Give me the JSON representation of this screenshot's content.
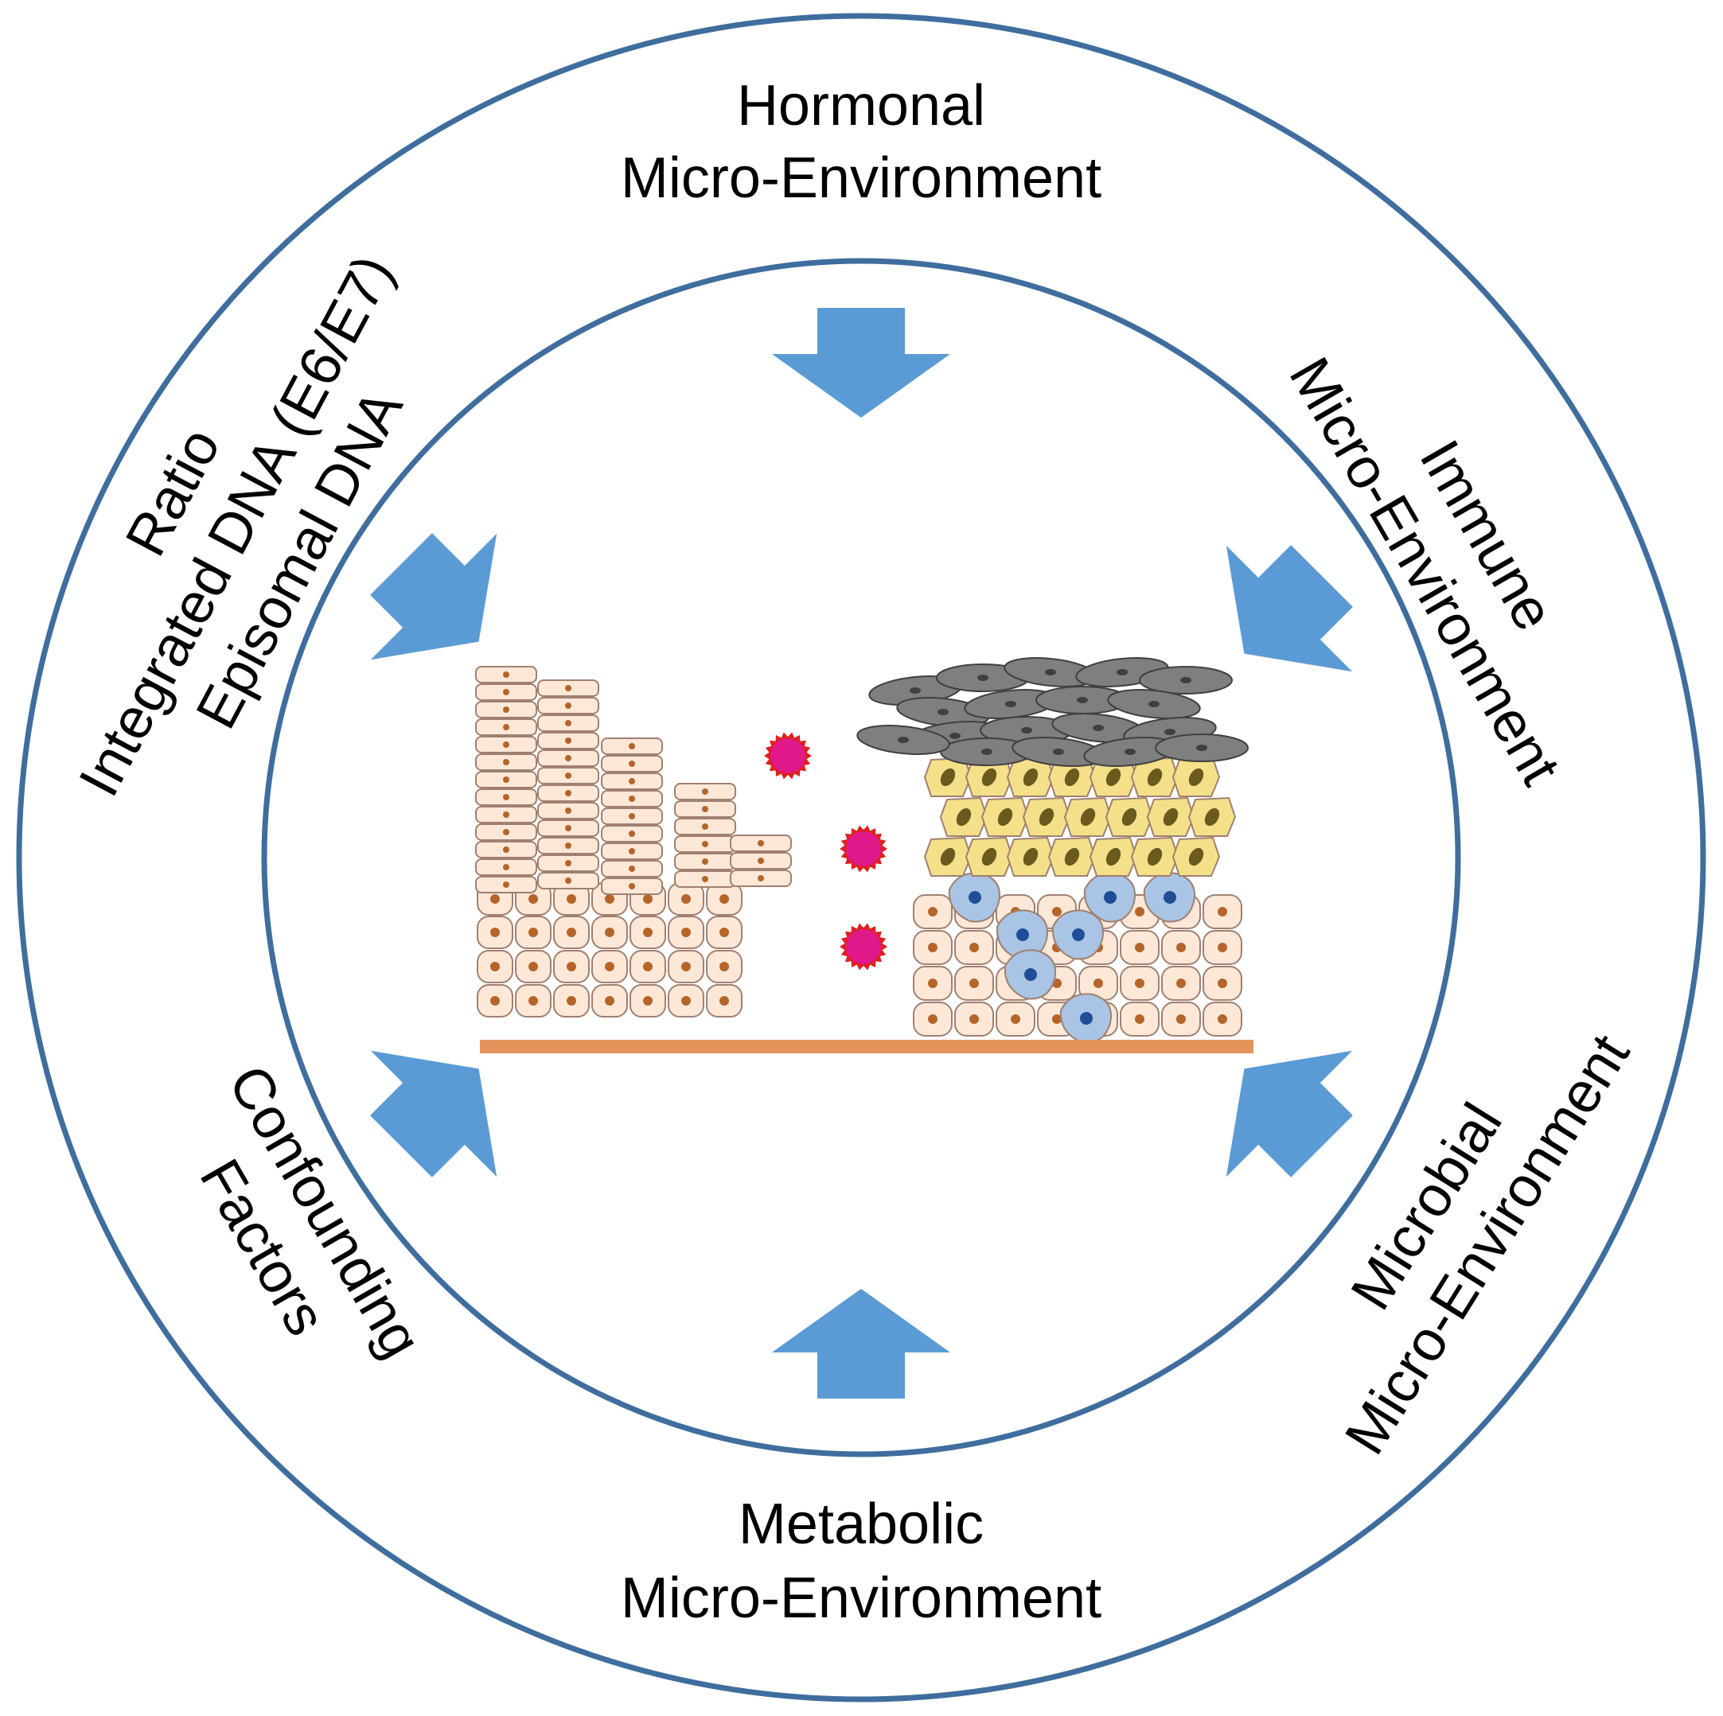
{
  "colors": {
    "ring": "#3f6e9e",
    "arrow": "#5b9bd5",
    "squamous_cell": "#fde8d8",
    "cell_outline": "#a08070",
    "cell_nucleus": "#b5652a",
    "basement_membrane": "#e5935a",
    "virion_body": "#e0188a",
    "virion_spikes": "#e02020",
    "keratinized_cell": "#7f7f7f",
    "dysplastic_cell": "#f5e08a",
    "dysplastic_nucleus": "#6b5a1e",
    "immune_cell": "#a9c4e4",
    "immune_nucleus": "#1f4e96"
  },
  "labels": {
    "hormonal": [
      "Hormonal",
      "Micro-Environment"
    ],
    "immune": [
      "Immune",
      "Micro-Environment"
    ],
    "microbial": [
      "Microbial",
      "Micro-Environment"
    ],
    "metabolic": [
      "Metabolic",
      "Micro-Environment"
    ],
    "confounding": [
      "Confounding",
      "Factors"
    ],
    "dna_ratio": [
      "Ratio",
      "Integrated DNA (E6/E7)",
      "Episomal DNA"
    ]
  }
}
